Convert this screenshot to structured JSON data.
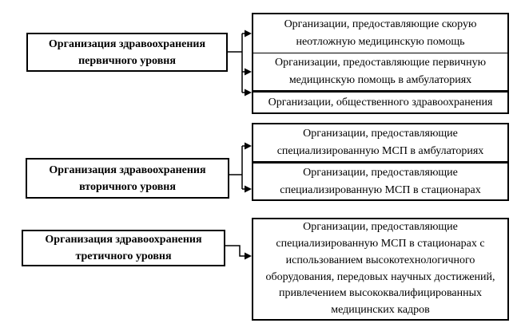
{
  "page": {
    "background": "#ffffff",
    "line_color": "#000000",
    "text_color": "#000000"
  },
  "groups": [
    {
      "id": "primary-level",
      "source_label": "Организация здравоохранения первичного уровня",
      "targets": [
        "Организации, предоставляющие скорую неотложную медицинскую помощь",
        "Организации, предоставляющие первичную медицинскую помощь в амбулаториях",
        "Организации, общественного здравоохранения"
      ]
    },
    {
      "id": "secondary-level",
      "source_label": "Организация здравоохранения вторичного уровня",
      "targets": [
        "Организации, предоставляющие специализированную МСП в амбулаториях",
        "Организации, предоставляющие специализированную МСП в стационарах"
      ]
    },
    {
      "id": "tertiary-level",
      "source_label": "Организация здравоохранения третичного уровня",
      "targets": [
        "Организации, предоставляющие специализированную МСП в стационарах с использованием высокотехнологичного оборудования, передовых научных достижений, привлечением высококвалифицированных медицинских кадров"
      ]
    }
  ]
}
